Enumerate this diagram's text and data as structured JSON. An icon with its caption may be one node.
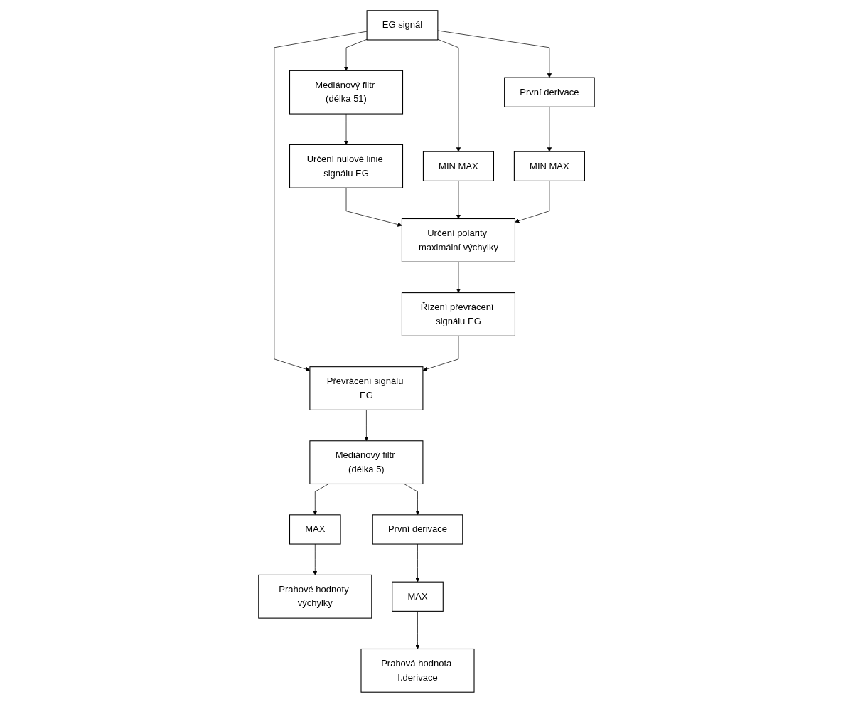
{
  "diagram": {
    "nodes": [
      {
        "text": [
          "EG signál"
        ]
      },
      {
        "text": [
          "Mediánový filtr (délka 51)"
        ]
      },
      {
        "text": [
          "Určení nulové linie signálu EG"
        ]
      },
      {
        "text": [
          "Určení polarity maximální výchylky"
        ]
      },
      {
        "text": [
          "MIN MAX"
        ]
      },
      {
        "text": [
          "Řízení převrácení signálu EG"
        ]
      },
      {
        "text": [
          "První derivace"
        ]
      },
      {
        "text": [
          "MIN MAX"
        ]
      },
      {
        "text": [
          "Převrácení signálu EG"
        ]
      },
      {
        "text": [
          "Mediánový filtr (délka 5)"
        ]
      },
      {
        "text": [
          "MAX"
        ]
      },
      {
        "text": [
          "Prahové hodnoty výchylky"
        ]
      },
      {
        "text": [
          "První derivace"
        ]
      },
      {
        "text": [
          "MAX"
        ]
      },
      {
        "text": [
          "Prahová hodnota I.derivace"
        ]
      }
    ],
    "edges": [
      {
        "from": 0,
        "to": 1,
        "arrow": "to"
      },
      {
        "from": 0,
        "to": 4,
        "arrow": "to"
      },
      {
        "from": 0,
        "to": 6,
        "arrow": "to"
      },
      {
        "from": 0,
        "to": 8,
        "arrow": "to"
      },
      {
        "from": 1,
        "to": 2,
        "arrow": "to"
      },
      {
        "from": 2,
        "to": 3,
        "arrow": "to"
      },
      {
        "from": 4,
        "to": 3,
        "arrow": "to"
      },
      {
        "from": 6,
        "to": 7,
        "arrow": "to"
      },
      {
        "from": 7,
        "to": 3,
        "arrow": "to"
      },
      {
        "from": 3,
        "to": 5,
        "arrow": "to"
      },
      {
        "from": 5,
        "to": 8,
        "arrow": "to"
      },
      {
        "from": 8,
        "to": 9,
        "arrow": "to"
      },
      {
        "from": 9,
        "to": 10,
        "arrow": "to"
      },
      {
        "from": 10,
        "to": 11,
        "arrow": "to"
      },
      {
        "from": 9,
        "to": 12,
        "arrow": "to"
      },
      {
        "from": 12,
        "to": 13,
        "arrow": "to"
      },
      {
        "from": 13,
        "to": 14,
        "arrow": "to"
      }
    ]
  }
}
